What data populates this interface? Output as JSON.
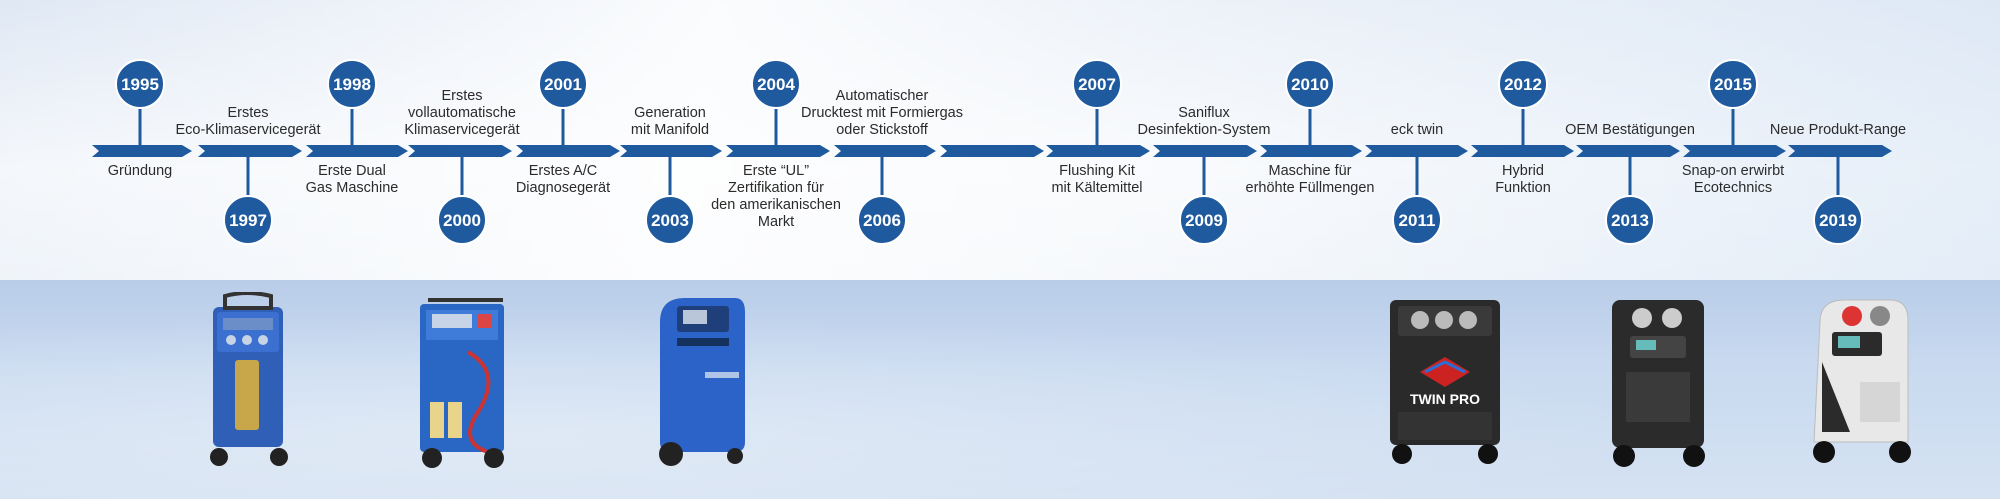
{
  "colors": {
    "timeline_blue": "#1f5a9e",
    "bubble_blue": "#1f5a9e",
    "text": "#2b2b2b"
  },
  "milestones": [
    {
      "year": "1995",
      "lines": [
        "Gründung"
      ]
    },
    {
      "year": "1997",
      "lines": [
        "Erstes",
        "Eco-Klimaservicegerät"
      ]
    },
    {
      "year": "1998",
      "lines": [
        "Erste Dual",
        "Gas Maschine"
      ]
    },
    {
      "year": "2000",
      "lines": [
        "Erstes",
        "vollautomatische",
        "Klimaservicegerät"
      ]
    },
    {
      "year": "2001",
      "lines": [
        "Erstes A/C",
        "Diagnosegerät"
      ]
    },
    {
      "year": "2003",
      "lines": [
        "Generation",
        "mit Manifold"
      ]
    },
    {
      "year": "2004",
      "lines": [
        "Erste “UL”",
        "Zertifikation für",
        "den amerikanischen",
        "Markt"
      ]
    },
    {
      "year": "2006",
      "lines": [
        "Automatischer",
        "Drucktest mit Formiergas",
        "oder Stickstoff"
      ]
    },
    {
      "year": "2007",
      "lines": [
        "Flushing Kit",
        "mit Kältemittel"
      ]
    },
    {
      "year": "2009",
      "lines": [
        "Saniflux",
        "Desinfektion-System"
      ]
    },
    {
      "year": "2010",
      "lines": [
        "Maschine für",
        "erhöhte Füllmengen"
      ]
    },
    {
      "year": "2011",
      "lines": [
        "eck twin"
      ]
    },
    {
      "year": "2012",
      "lines": [
        "Hybrid",
        "Funktion"
      ]
    },
    {
      "year": "2013",
      "lines": [
        "OEM Bestätigungen"
      ]
    },
    {
      "year": "2015",
      "lines": [
        "Snap-on erwirbt",
        "Ecotechnics"
      ]
    },
    {
      "year": "2019",
      "lines": [
        "Neue Produkt-Range"
      ]
    }
  ],
  "machines": [
    {
      "name": "blue-early",
      "color": "#2f5fb7"
    },
    {
      "name": "blue-tall",
      "color": "#2a66c4"
    },
    {
      "name": "blue-modern",
      "color": "#2c63c8"
    },
    {
      "name": "twin-pro",
      "color": "#2a2a2a",
      "brand_text": "TWIN PRO"
    },
    {
      "name": "black-modern",
      "color": "#2b2b2b"
    },
    {
      "name": "white-modern",
      "color": "#e8e8e8"
    }
  ]
}
